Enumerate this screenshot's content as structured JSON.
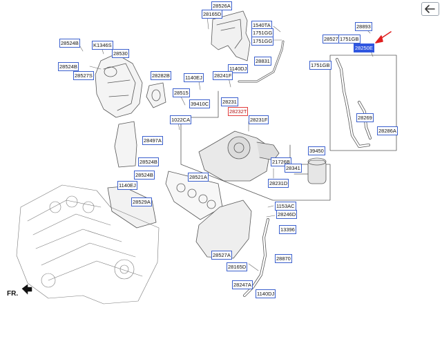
{
  "toolbar": {
    "back_icon": "arrow-left-icon"
  },
  "orientation_label": "FR.",
  "colors": {
    "label_border": "#3a5fcd",
    "selected_border": "#e23b3b",
    "highlight_fill": "#2f56e0",
    "line": "#555555"
  },
  "labels": {
    "p28526A": "28526A",
    "p28165D_top": "28165D",
    "p1540TA": "1540TA",
    "p1751GG_a": "1751GG",
    "p1751GG_b": "1751GG",
    "p28893": "28893",
    "p28527": "28527",
    "p1751GB_top": "1751GB",
    "p28250E": "28250E",
    "p28524B_a": "28524B",
    "pK1346S": "K1346S",
    "p28530": "28530",
    "p28524B_b": "28524B",
    "p28527S": "28527S",
    "p28831": "28831",
    "p1140DJ_top": "1140DJ",
    "p1751GB_right": "1751GB",
    "p28282B": "28282B",
    "p1140EJ_top": "1140EJ",
    "p28241F": "28241F",
    "p28515": "28515",
    "p39410C": "39410C",
    "p28231": "28231",
    "p28232T": "28232T",
    "p28269": "28269",
    "p1022CA": "1022CA",
    "p28231F": "28231F",
    "p28497A": "28497A",
    "p28286A": "28286A",
    "p28524B_c": "28524B",
    "p39450": "39450",
    "p21726B": "21726B",
    "p28341": "28341",
    "p28524B_d": "28524B",
    "p28521A": "28521A",
    "p28231D": "28231D",
    "p1140EJ_left": "1140EJ",
    "p28529A": "28529A",
    "p1153AC": "1153AC",
    "p28246D": "28246D",
    "p13396": "13396",
    "p28527A": "28527A",
    "p28870": "28870",
    "p28165D_bottom": "28165D",
    "p28247A": "28247A",
    "p1140DJ_bottom": "1140DJ"
  }
}
